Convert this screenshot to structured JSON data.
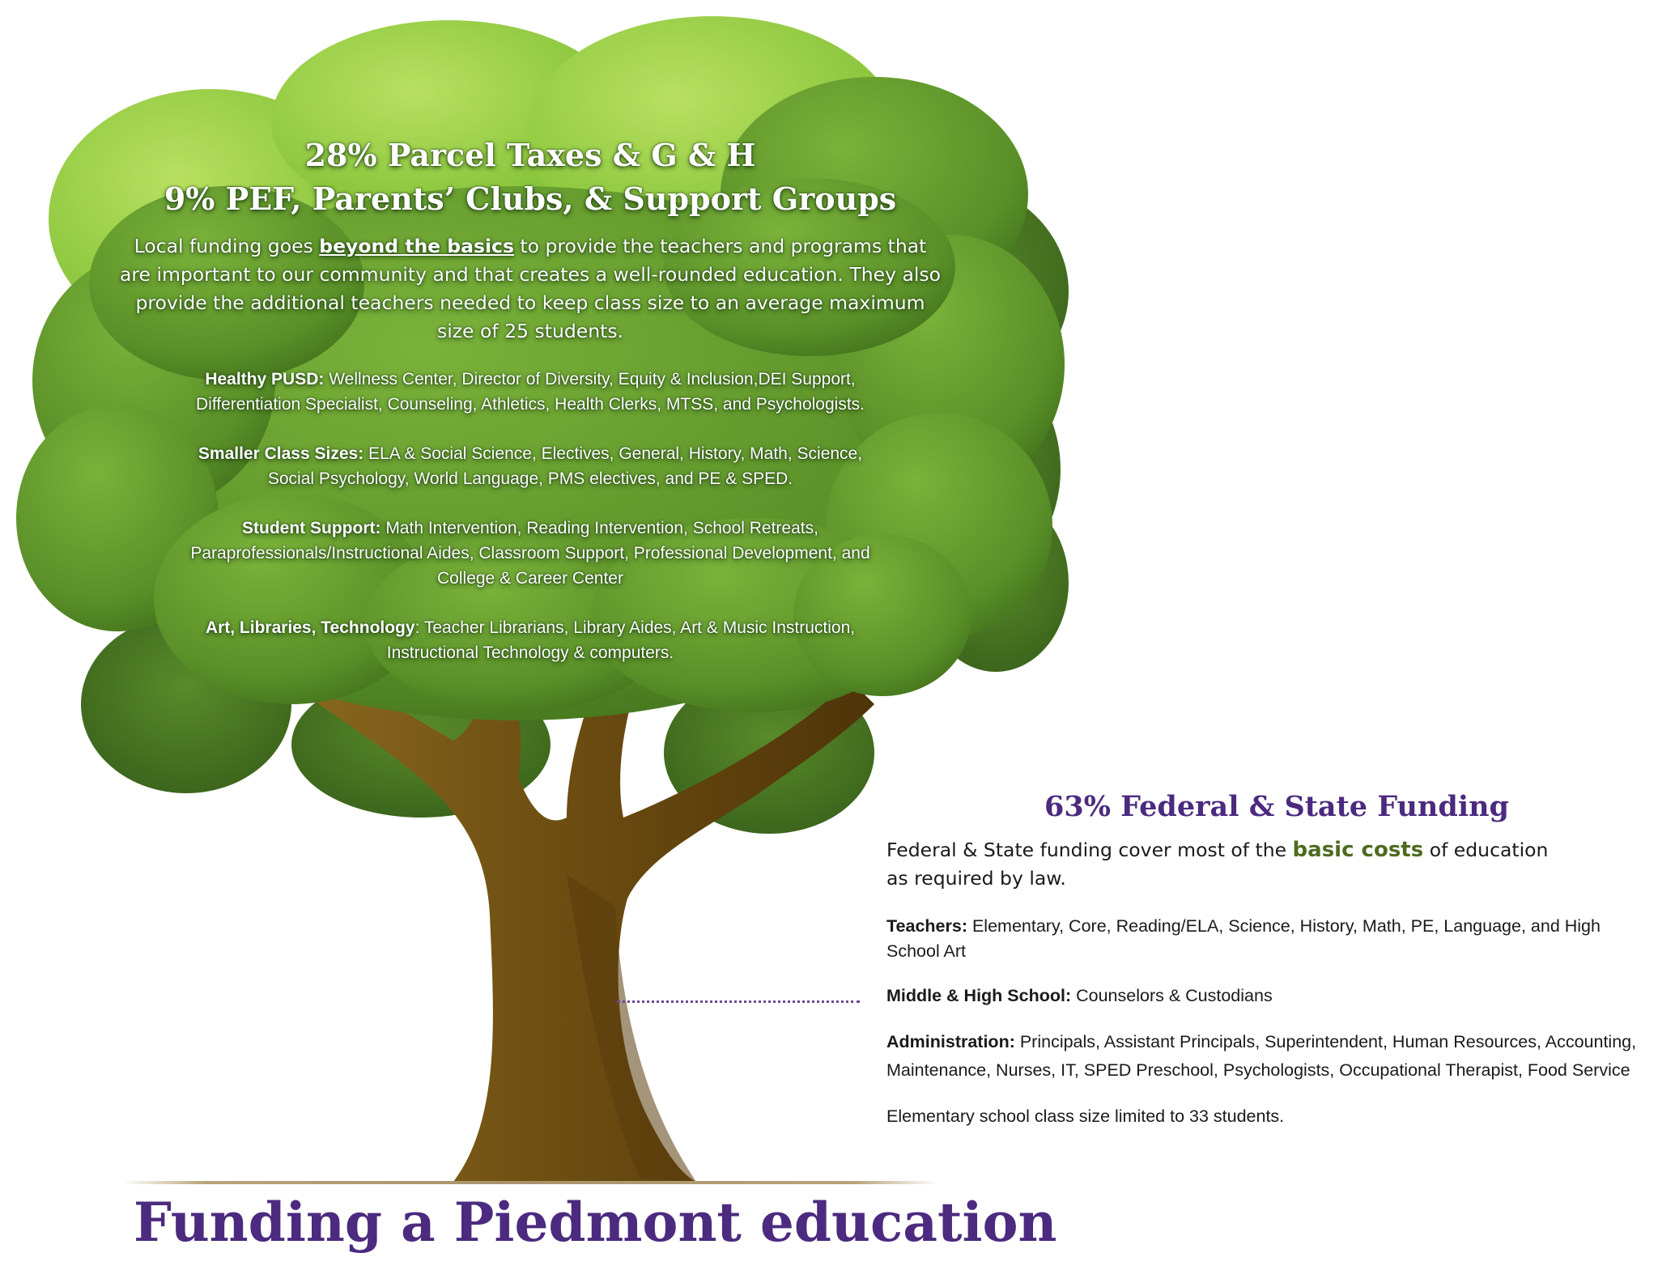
{
  "title": "Funding a Piedmont education",
  "local": {
    "heading_line1": "28% Parcel Taxes & G & H",
    "heading_line2": "9% PEF, Parents’ Clubs, & Support Groups",
    "intro_before": "Local funding goes ",
    "intro_emphasis": "beyond the basics",
    "intro_after": " to provide the teachers and programs that are important to our community and that creates a well-rounded education. They also provide the additional teachers needed to keep class size to an average maximum size of 25 students.",
    "items": [
      {
        "label": "Healthy PUSD:",
        "text": " Wellness Center, Director of Diversity, Equity & Inclusion,DEI Support, Differentiation Specialist, Counseling, Athletics, Health Clerks, MTSS,  and Psychologists."
      },
      {
        "label": "Smaller Class Sizes:",
        "text": "  ELA & Social Science, Electives, General, History, Math, Science, Social Psychology,  World Language, PMS electives, and PE & SPED."
      },
      {
        "label": "Student Support:",
        "text": " Math Intervention, Reading Intervention, School Retreats, Paraprofessionals/Instructional Aides, Classroom Support, Professional Development, and College & Career Center"
      },
      {
        "label": "Art, Libraries, Technology",
        "text": ":  Teacher Librarians, Library Aides,  Art & Music Instruction, Instructional Technology & computers."
      }
    ]
  },
  "federal": {
    "heading": "63% Federal & State Funding",
    "intro_before": "Federal & State funding cover most of the ",
    "intro_emphasis": "basic costs",
    "intro_after": " of education as required by law.",
    "items": [
      {
        "label": "Teachers:",
        "text": " Elementary, Core, Reading/ELA, Science, History, Math, PE, Language, and High School Art"
      },
      {
        "label": "Middle & High School:",
        "text": " Counselors & Custodians"
      },
      {
        "label": "Administration:",
        "text": " Principals, Assistant Principals, Superintendent, Human Resources, Accounting, Maintenance, Nurses, IT, SPED Preschool, Psychologists, Occupational Therapist, Food Service"
      },
      {
        "label": "",
        "text": "Elementary school class size limited to 33 students."
      }
    ]
  },
  "colors": {
    "title_purple": "#4b2a7f",
    "canopy_green": "#5f9a2c",
    "canopy_light": "#9dd04a",
    "canopy_dark": "#4a7a22",
    "trunk_brown": "#6b4a12",
    "emphasis_green": "#4e6b1f"
  },
  "icons": [
    "tree-illustration"
  ]
}
